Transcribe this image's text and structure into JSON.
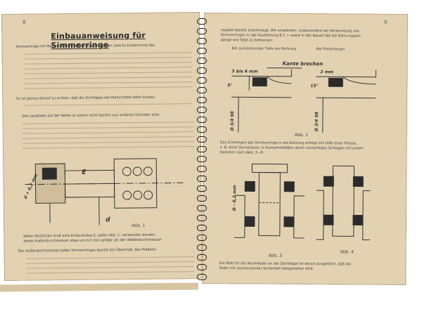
{
  "left_page": {
    "page_number": "8",
    "title": "Einbauanweisung für Simmerringe",
    "para1_first": "Simmerringe mit Manschetten aus Chemileder werden zwecks Erweichung des",
    "para2_first": "Es ist genau darauf zu achten, daß die Dichtlippe der Manschette beim Einbau",
    "para3_first": "Die Laufstelle auf der Welle ist sofern nicht bereits aus anderen Gründen eine",
    "fig1_label": "Abb. 1",
    "fig1_dim_d": "d",
    "fig1_dim_d2": "d + 0,2 mm",
    "fig1_dim_e": "E",
    "after_fig_first": "Jeben Abstützen muß eine Einbauhülse E, siehe Abb. 1, verwendet werden,",
    "after_fig_second": "deren Außendurchmesser etwa um 0,2 mm größer als der Wellendurchmesser",
    "para4_first": "Der Außendurchmesser jedes Simmerringes besitzt ein Übermaß, das Preßsitz-"
  },
  "right_page": {
    "page_number": "9",
    "intro_first": "zugabe bereits anschmiegt. Wir empfehlen, insbesondere bei Verwendung von",
    "intro_second": "Simmerringen in der Ausführung B 1 + sowie in der Bauart BA die Bohrungsein-",
    "intro_third": "gänge wie folgt zu bemessen:",
    "col_a_heading": "Bei ausreichender Tiefe der Bohrung",
    "col_b_heading": "Bei Platzmangel",
    "fig2_caption": "Kante brechen",
    "fig2_dim_a": "3 bis 4 mm",
    "fig2_dim_b": "2 mm",
    "fig2_angle_a": "5°",
    "fig2_angle_b": "15°",
    "fig2_d_a": "D 3/4 98",
    "fig2_d_b": "D 3/4 98",
    "fig2_label": "Abb. 2",
    "mid_first": "Das Einbringen der Simmerringe in die Bohrung erfolgt mit Hilfe einer Presse,",
    "mid_second": "z. B. einer Dornpresse, in Ausnahmefällen durch vorsichtiges Schlagen mit einem",
    "mid_third": "Hammer nach Abb. 3—6.",
    "fig3_dim": "D - 0,2 mm",
    "fig3_label": "Abb. 3",
    "fig4_label": "Abb. 4",
    "bottom_first": "Die Rille für die Wurmfeder an der Dichtlippe ist derart ausgeführt, daß die",
    "bottom_second": "Feder mit ausreichender Sicherheit festgehalten wird."
  }
}
